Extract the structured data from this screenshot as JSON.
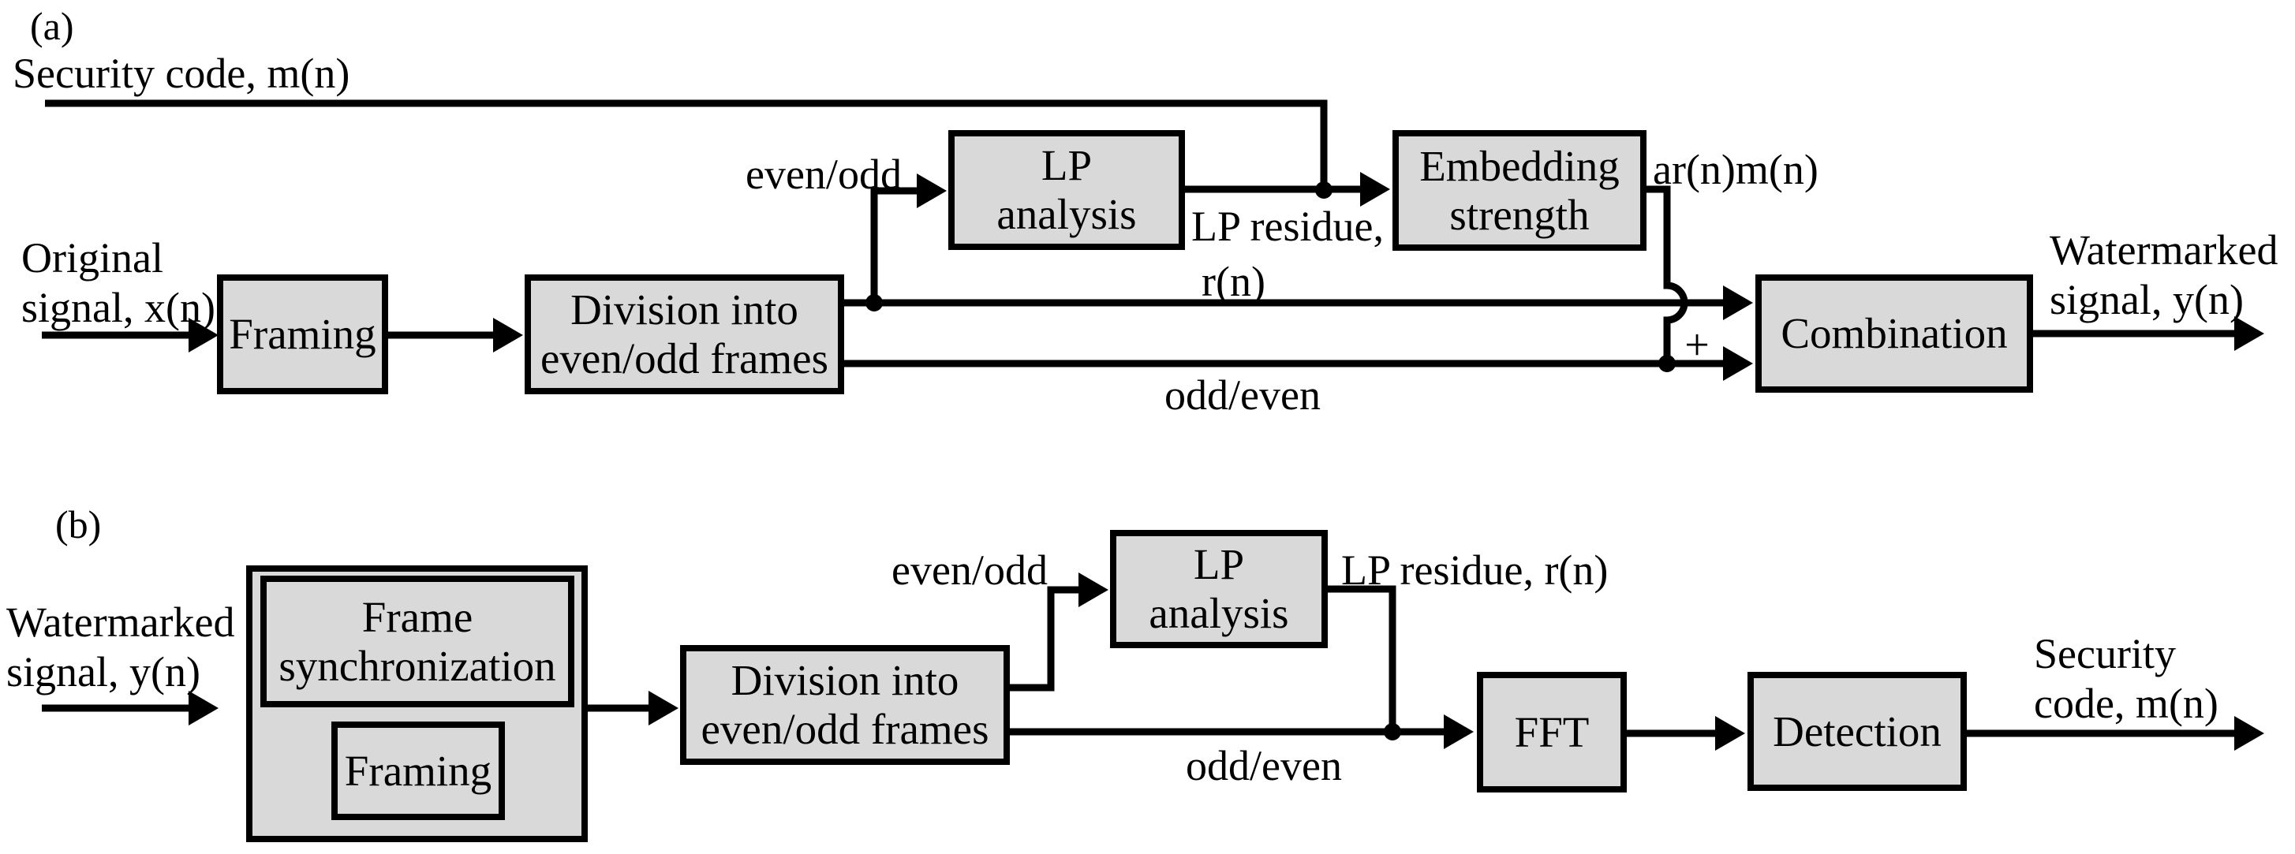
{
  "panel_a": {
    "tag": "(a)",
    "labels": {
      "security_code": "Security code, m(n)",
      "original_signal": "Original\nsignal, x(n)",
      "even_odd": "even/odd",
      "lp_residue": "LP residue,",
      "residue_symbol": "r(n)",
      "watermark_term": "ar(n)m(n)",
      "plus": "+",
      "odd_even": "odd/even",
      "watermarked_signal": "Watermarked\nsignal, y(n)"
    },
    "boxes": {
      "framing": "Framing",
      "division": "Division into\neven/odd frames",
      "lp_analysis": "LP\nanalysis",
      "embedding_strength": "Embedding\nstrength",
      "combination": "Combination"
    }
  },
  "panel_b": {
    "tag": "(b)",
    "labels": {
      "watermarked_signal": "Watermarked\nsignal, y(n)",
      "even_odd": "even/odd",
      "lp_residue": "LP residue, r(n)",
      "odd_even": "odd/even",
      "security_code": "Security\ncode, m(n)"
    },
    "boxes": {
      "frame_synchronization": "Frame\nsynchronization",
      "framing": "Framing",
      "division": "Division into\neven/odd frames",
      "lp_analysis": "LP\nanalysis",
      "fft": "FFT",
      "detection": "Detection"
    }
  },
  "colors": {
    "background": "#ffffff",
    "line": "#000000",
    "box_fill": "#d9d9d9",
    "text": "#000000"
  }
}
